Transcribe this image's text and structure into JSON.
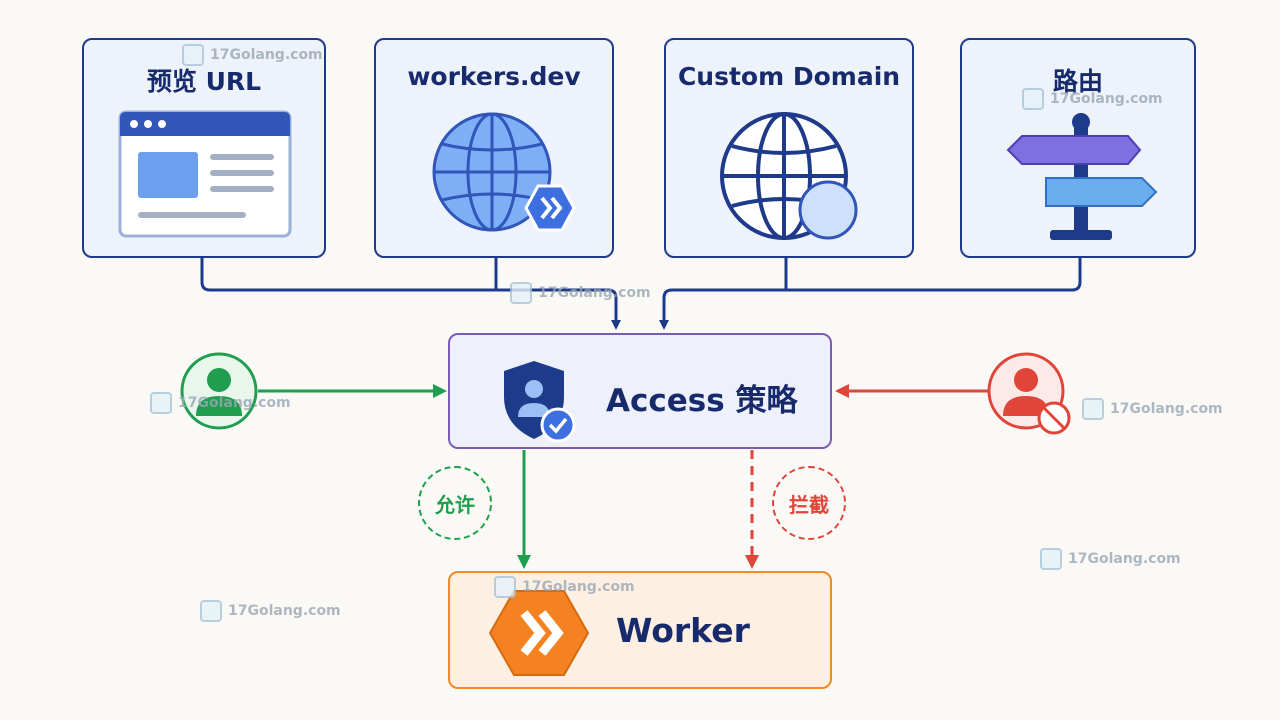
{
  "sources": [
    {
      "label": "预览 URL",
      "icon": "browser-window-icon"
    },
    {
      "label": "workers.dev",
      "icon": "globe-workers-icon"
    },
    {
      "label": "Custom Domain",
      "icon": "globe-domain-icon"
    },
    {
      "label": "路由",
      "icon": "signpost-icon"
    }
  ],
  "policy": {
    "label": "Access 策略",
    "icon": "shield-user-check-icon"
  },
  "worker": {
    "label": "Worker",
    "icon": "workers-hexagon-icon"
  },
  "flows": {
    "allow_label": "允许",
    "block_label": "拦截"
  },
  "users": {
    "allowed_icon": "user-allowed-icon",
    "blocked_icon": "user-blocked-icon"
  },
  "colors": {
    "navy": "#1e3a8a",
    "allow": "#1e9e4e",
    "block": "#e0453a",
    "policy_border": "#7a5bb5",
    "worker_border": "#f08a24",
    "worker_fill": "#fdf0e2"
  },
  "watermark": {
    "text": "17Golang.com"
  }
}
